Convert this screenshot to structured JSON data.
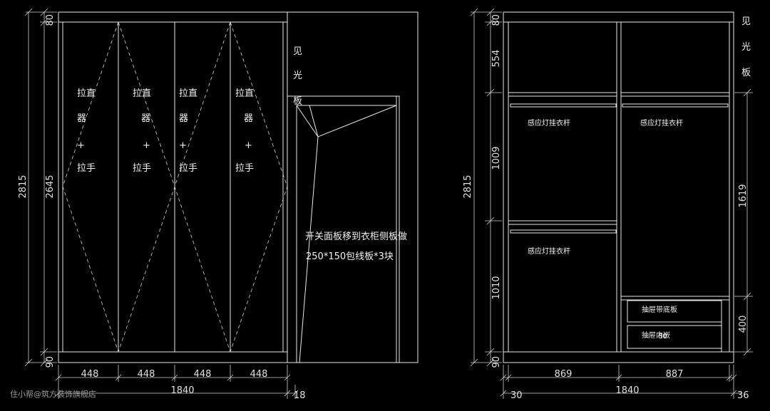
{
  "left_elevation": {
    "heights": {
      "top": "80",
      "door": "2645",
      "total": "2815",
      "bottom": "90"
    },
    "panel_widths": [
      "448",
      "448",
      "448",
      "448"
    ],
    "total_width": "1840",
    "side_width": "18",
    "door_labels": [
      {
        "line1": "拉直",
        "line2": "器",
        "plus": "+",
        "line3": "拉手"
      },
      {
        "line1": "拉直",
        "line2": "器",
        "plus": "+",
        "line3": "拉手"
      },
      {
        "line1": "拉直",
        "line2": "器",
        "plus": "+",
        "line3": "拉手"
      },
      {
        "line1": "拉直",
        "line2": "器",
        "plus": "+",
        "line3": "拉手"
      }
    ],
    "visible_panel": [
      "见",
      "光",
      "板"
    ],
    "switch_note": "开关面板移到衣柜侧板做",
    "trim_note": "250*150包线板*3块"
  },
  "right_elevation": {
    "heights": {
      "top": "80",
      "upper": "554",
      "middle": "1009",
      "lower": "1010",
      "total": "2815",
      "bottom": "90"
    },
    "right_heights": {
      "hang": "1619",
      "drawers": "400"
    },
    "column_widths": [
      "869",
      "887"
    ],
    "total_width": "1840",
    "left_offset": "30",
    "right_offset": "36",
    "visible_panel": [
      "见",
      "光",
      "板"
    ],
    "rod_labels": [
      "感应灯挂衣杆",
      "感应灯挂衣杆",
      "感应灯挂衣杆"
    ],
    "drawer_labels": [
      "抽屉带底板",
      "抽屉内嵌"
    ],
    "drawer_num": "80"
  },
  "watermark": "住小帮@筑方装饰旗舰店"
}
